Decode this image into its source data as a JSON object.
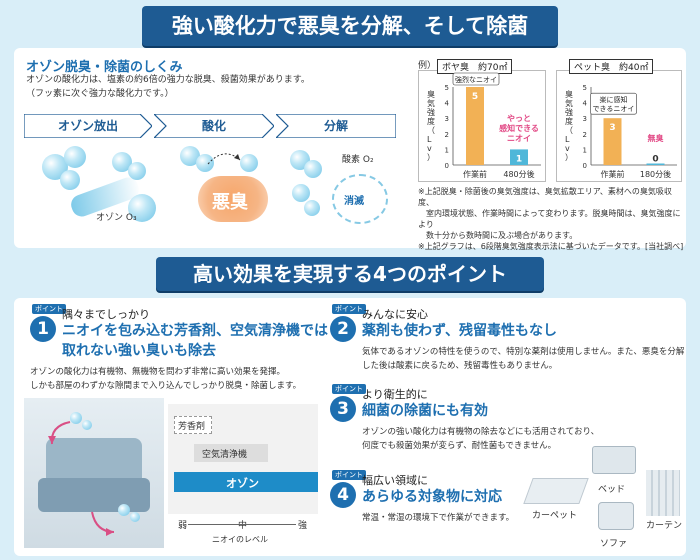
{
  "top_banner": "強い酸化力で悪臭を分解、そして除菌",
  "ozone_section": {
    "title": "オゾン脱臭・除菌のしくみ",
    "desc_line1": "オゾンの酸化力は、塩素の約6倍の強力な脱臭、殺菌効果があります。",
    "desc_line2": "（フッ素に次ぐ強力な酸化力です。）",
    "steps": [
      "オゾン放出",
      "酸化",
      "分解"
    ],
    "ozone_label": "オゾン O₃",
    "malodor_label": "悪臭",
    "oxygen_label": "酸素 O₂",
    "vanish_label": "消滅",
    "o_glyph": "O"
  },
  "charts_section": {
    "example_label": "例）",
    "charts": [
      {
        "title": "ボヤ臭　約70㎡",
        "ylabel": "臭気強度（Lv）",
        "yticks": [
          "5",
          "4",
          "3",
          "2",
          "1",
          "0"
        ],
        "callout": "強烈なニオイ",
        "annotation": "やっと\n感知できる\nニオイ",
        "categories": [
          "作業前",
          "480分後"
        ],
        "values": [
          5,
          1
        ],
        "value_labels": [
          "5",
          "1"
        ],
        "colors": [
          "#f2b155",
          "#4fb7d9"
        ]
      },
      {
        "title": "ペット臭　約40㎡",
        "ylabel": "臭気強度（Lv）",
        "yticks": [
          "5",
          "4",
          "3",
          "2",
          "1",
          "0"
        ],
        "callout": "楽に感知\nできるニオイ",
        "annotation": "無臭",
        "categories": [
          "作業前",
          "180分後"
        ],
        "values": [
          3,
          0
        ],
        "value_labels": [
          "3",
          "0"
        ],
        "colors": [
          "#f2b155",
          "#4fb7d9"
        ]
      }
    ],
    "notes": [
      "※上記脱臭・除菌後の臭気強度は、臭気拡散エリア、素材への臭気吸収度、",
      "　室内環境状態、作業時間によって変わります。脱臭時間は、臭気強度により",
      "　数十分から数時間に及ぶ場合があります。",
      "※上記グラフは、6段階臭気強度表示法に基づいたデータです。[当社調べ]"
    ]
  },
  "second_banner": "高い効果を実現する4つのポイント",
  "point_tag": "ポイント",
  "points": [
    {
      "num": "1",
      "sub": "隅々までしっかり",
      "main_line1": "ニオイを包み込む芳香剤、空気清浄機では",
      "main_line2": "取れない強い臭いも除去",
      "desc_line1": "オゾンの酸化力は有機物、無機物を問わず非常に高い効果を発揮。",
      "desc_line2": "しかも部屋のわずかな隙間まで入り込んでしっかり脱臭・除菌します。"
    },
    {
      "num": "2",
      "sub": "みんなに安心",
      "main_line1": "薬剤も使わず、残留毒性もなし",
      "desc_line1": "気体であるオゾンの特性を使うので、特別な薬剤は使用しません。また、悪臭を分解",
      "desc_line2": "した後は酸素に戻るため、残留毒性もありません。"
    },
    {
      "num": "3",
      "sub": "より衛生的に",
      "main_line1": "細菌の除菌にも有効",
      "desc_line1": "オゾンの強い酸化力は有機物の除去などにも活用されており、",
      "desc_line2": "何度でも殺菌効果が変らず、耐性菌もできません。"
    },
    {
      "num": "4",
      "sub": "幅広い領域に",
      "main_line1": "あらゆる対象物に対応",
      "desc_line1": "常温・常湿の環境下で作業ができます。"
    }
  ],
  "odor_chart": {
    "levels": [
      "芳香剤",
      "空気清浄機",
      "オゾン"
    ],
    "values": [
      1,
      2,
      3
    ],
    "axis_ticks": [
      "弱",
      "中",
      "強"
    ],
    "axis_label": "ニオイのレベル"
  },
  "objects": {
    "bed": "ベッド",
    "carpet": "カーペット",
    "curtain": "カーテン",
    "sofa": "ソファ"
  }
}
